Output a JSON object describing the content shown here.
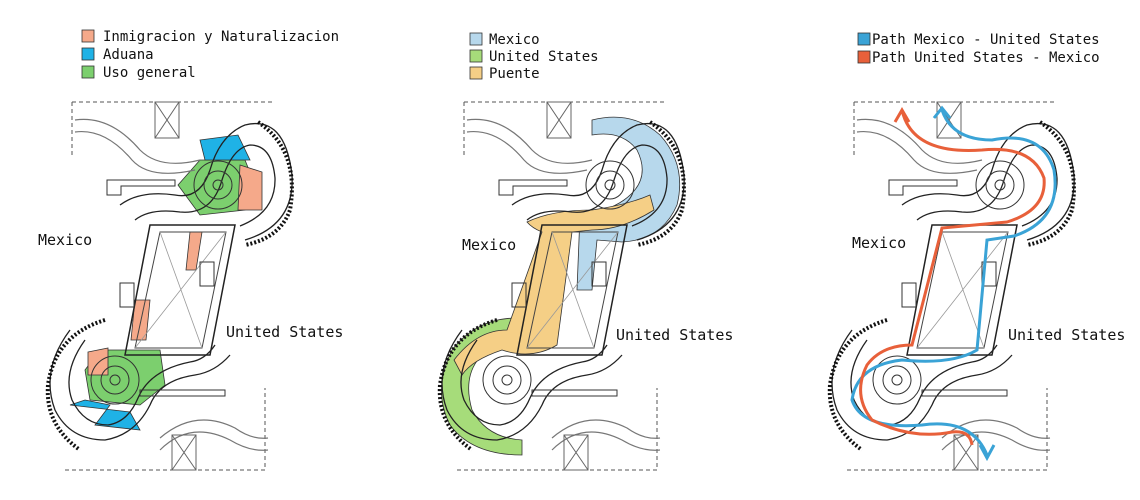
{
  "colors": {
    "immigration": "#f5a98a",
    "customs": "#1fb2e6",
    "general": "#7ccf6e",
    "mexico_zone": "#b7d8ec",
    "us_zone": "#a6dc7a",
    "bridge_zone": "#f5cf86",
    "path_mx_us": "#3aa3d6",
    "path_us_mx": "#e8603a"
  },
  "panels": [
    {
      "legend": [
        {
          "label": "Inmigracion y Naturalizacion",
          "color_key": "immigration"
        },
        {
          "label": "Aduana",
          "color_key": "customs"
        },
        {
          "label": "Uso general",
          "color_key": "general"
        }
      ],
      "label_mexico": "Mexico",
      "label_us": "United States"
    },
    {
      "legend": [
        {
          "label": "Mexico",
          "color_key": "mexico_zone"
        },
        {
          "label": "United States",
          "color_key": "us_zone"
        },
        {
          "label": "Puente",
          "color_key": "bridge_zone"
        }
      ],
      "label_mexico": "Mexico",
      "label_us": "United States"
    },
    {
      "legend": [
        {
          "label": "Path Mexico - United States",
          "color_key": "path_mx_us"
        },
        {
          "label": "Path United States - Mexico",
          "color_key": "path_us_mx"
        }
      ],
      "label_mexico": "Mexico",
      "label_us": "United States"
    }
  ]
}
